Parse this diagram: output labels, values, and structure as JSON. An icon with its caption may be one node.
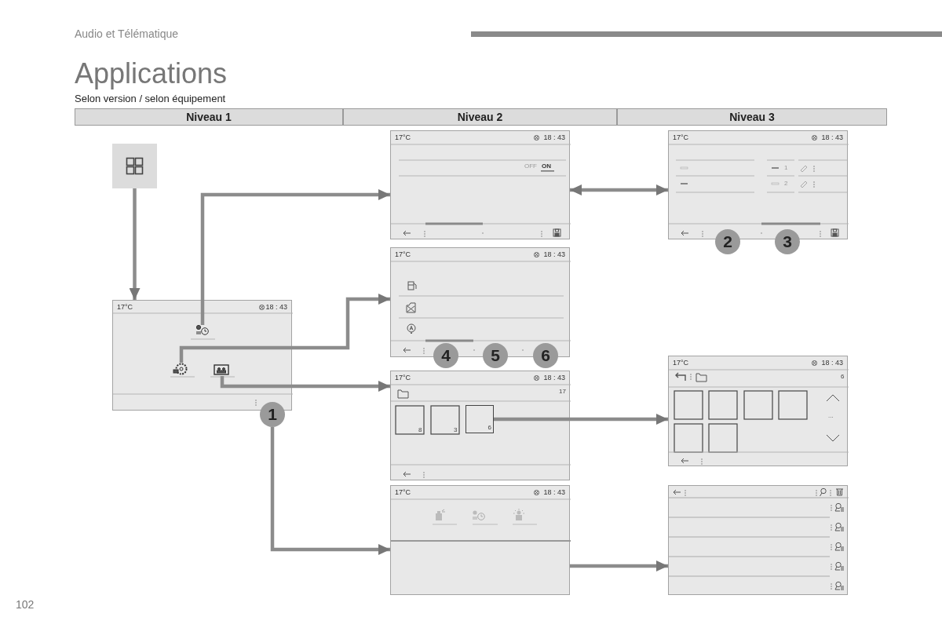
{
  "diagram": {
    "title": "Applications",
    "nodes": [
      {
        "text": [],
        "shape": "icon"
      },
      {
        "text": [
          "17°C",
          "18 : 43"
        ]
      },
      {
        "text": [],
        "shape": "icon",
        "in": 1
      },
      {
        "text": [],
        "shape": "icon",
        "in": 1
      },
      {
        "text": [],
        "shape": "icon",
        "in": 1
      },
      {
        "text": [
          "1"
        ]
      },
      {
        "text": [
          "17°C",
          "18 : 43",
          "OFF",
          "ON"
        ]
      },
      {
        "text": [
          "17°C",
          "18 : 43",
          "1",
          "2"
        ]
      },
      {
        "text": [
          "17°C",
          "18 : 43"
        ]
      },
      {
        "text": [
          "17°C",
          "18 : 43",
          "17",
          "8",
          "3"
        ]
      },
      {
        "text": [
          "6"
        ],
        "in": 9
      },
      {
        "text": [
          "17°C",
          "18 : 43",
          "6",
          "..."
        ]
      },
      {
        "text": [
          "17°C",
          "18 : 43"
        ]
      },
      {
        "text": [],
        "shape": "box"
      }
    ],
    "edges": [
      {
        "from": 0,
        "to": 1,
        "arrow": "to"
      },
      {
        "from": 2,
        "to": 6,
        "arrow": "to"
      },
      {
        "from": 3,
        "to": 8,
        "arrow": "to"
      },
      {
        "from": 4,
        "to": 9,
        "arrow": "to"
      },
      {
        "from": 5,
        "to": 12,
        "arrow": "to"
      },
      {
        "from": 6,
        "to": 7,
        "arrow": "both"
      },
      {
        "from": 10,
        "to": 11,
        "arrow": "to"
      },
      {
        "from": 12,
        "to": 13,
        "arrow": "to"
      }
    ],
    "labels": [
      "Audio et Télématique",
      "Selon version / selon équipement",
      "Niveau 1",
      "Niveau 2",
      "Niveau 3",
      "2",
      "3",
      "4",
      "5",
      "6",
      "102"
    ]
  }
}
